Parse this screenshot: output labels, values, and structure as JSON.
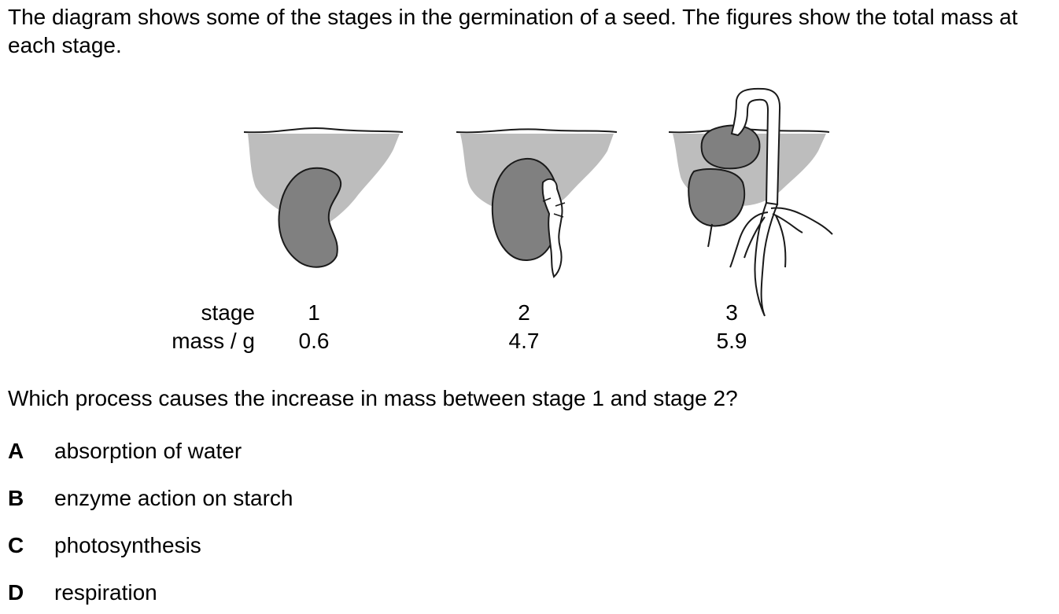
{
  "intro_text": "The diagram shows some of the stages in the germination of a seed. The figures show the total mass at each stage.",
  "table": {
    "stage_label": "stage",
    "mass_label": "mass / g",
    "stages": [
      "1",
      "2",
      "3"
    ],
    "masses": [
      "0.6",
      "4.7",
      "5.9"
    ]
  },
  "question": "Which process causes the increase in mass between stage 1 and stage 2?",
  "options": [
    {
      "letter": "A",
      "text": "absorption of water"
    },
    {
      "letter": "B",
      "text": "enzyme action on starch"
    },
    {
      "letter": "C",
      "text": "photosynthesis"
    },
    {
      "letter": "D",
      "text": "respiration"
    }
  ],
  "colors": {
    "soil": "#bdbdbd",
    "seed": "#808080",
    "outline": "#1a1a1a",
    "root": "#ffffff"
  }
}
